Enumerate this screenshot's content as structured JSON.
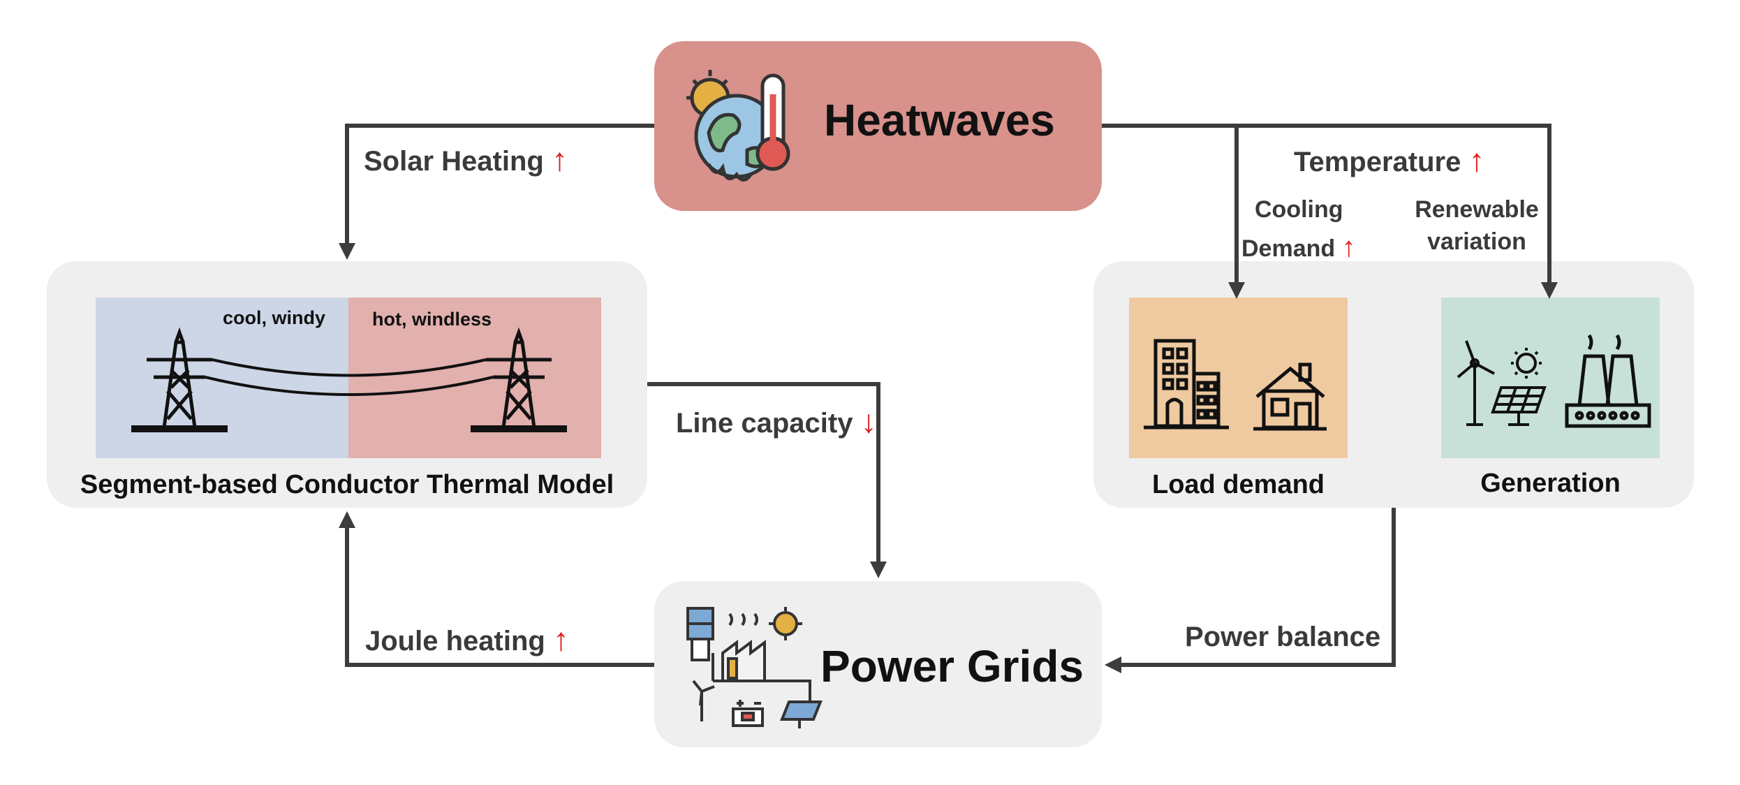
{
  "nodes": {
    "heatwaves": "Heatwaves",
    "power_grids": "Power Grids",
    "thermal_model": "Segment-based Conductor Thermal Model",
    "load_demand": "Load demand",
    "generation": "Generation",
    "cool_windy": "cool, windy",
    "hot_windless": "hot, windless"
  },
  "edges": {
    "solar_heating": "Solar Heating",
    "temperature": "Temperature",
    "cooling_line1": "Cooling",
    "cooling_line2": "Demand",
    "renewable_line1": "Renewable",
    "renewable_line2": "variation",
    "line_capacity": "Line capacity",
    "joule_heating": "Joule heating",
    "power_balance": "Power balance"
  },
  "symbols": {
    "up": "↑",
    "down": "↓"
  },
  "colors": {
    "heatwaves_box": "#d8918b",
    "light_box": "#efefef",
    "cool_panel": "#ccd6e6",
    "hot_panel": "#e2b0ad",
    "load_panel": "#efc9a0",
    "gen_panel": "#c8e1d8",
    "arrow": "#3c3c3c",
    "red_arrow": "#e02020"
  }
}
